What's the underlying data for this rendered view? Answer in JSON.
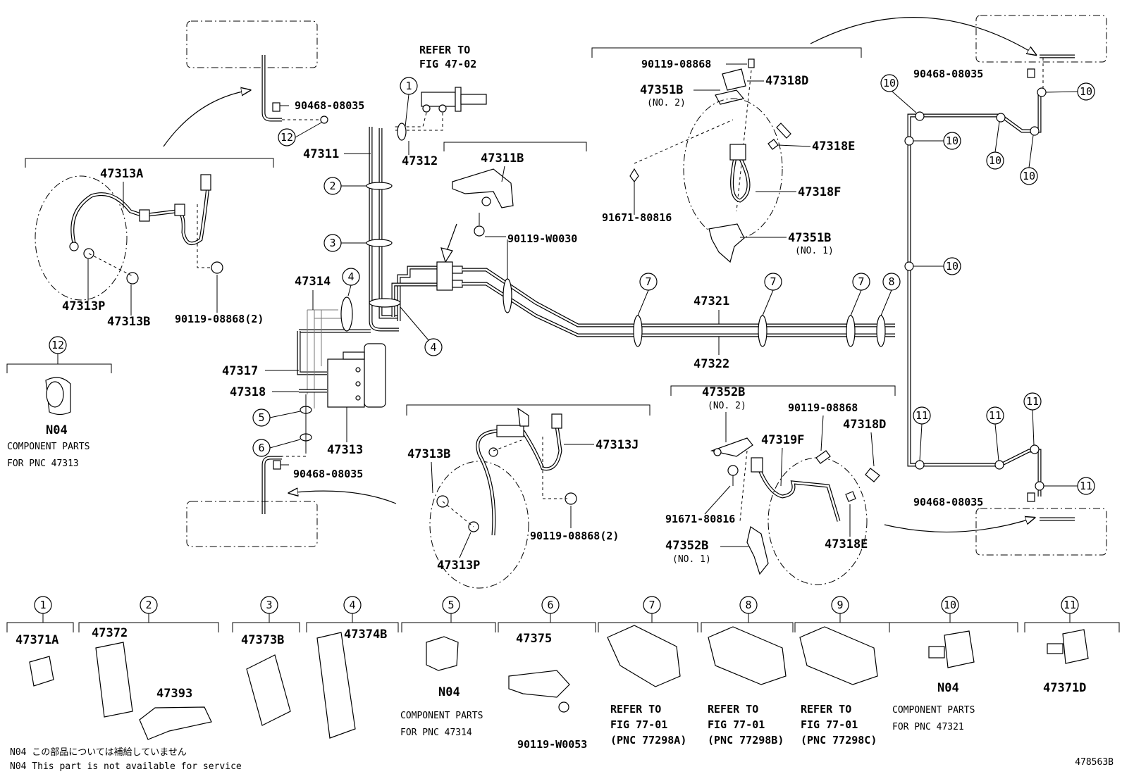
{
  "refer_fig_47_02": [
    "REFER TO",
    "FIG 47-02"
  ],
  "labels": {
    "p90468_08035_tl": "90468-08035",
    "p47311": "47311",
    "p47312": "47312",
    "p47313A": "47313A",
    "p47313P_l": "47313P",
    "p47313B_l": "47313B",
    "p90119_08868_2_l": "90119-08868(2)",
    "p47311B": "47311B",
    "p90119_W0030": "90119-W0030",
    "p47314": "47314",
    "p47317": "47317",
    "p47318": "47318",
    "p47313": "47313",
    "p90468_08035_bl": "90468-08035",
    "p90119_08868_top": "90119-08868",
    "p47351B_top": "47351B",
    "p47351B_top_sub": "(NO. 2)",
    "p47318D_top": "47318D",
    "p47318E_top": "47318E",
    "p47318F": "47318F",
    "p91671_80816_top": "91671-80816",
    "p47351B_bot": "47351B",
    "p47351B_bot_sub": "(NO. 1)",
    "p90468_08035_tr": "90468-08035",
    "p47321": "47321",
    "p47322": "47322",
    "p47313B_m": "47313B",
    "p47313J": "47313J",
    "p90119_08868_2_m": "90119-08868(2)",
    "p47313P_m": "47313P",
    "p47352B_top": "47352B",
    "p47352B_top_sub": "(NO. 2)",
    "p90119_08868_r": "90119-08868",
    "p47319F": "47319F",
    "p47318D_r": "47318D",
    "p91671_80816_r": "91671-80816",
    "p47352B_bot": "47352B",
    "p47352B_bot_sub": "(NO. 1)",
    "p47318E_r": "47318E",
    "p90468_08035_br": "90468-08035"
  },
  "left_box": {
    "callout": "12",
    "part": "N04",
    "desc": [
      "COMPONENT PARTS",
      "FOR PNC 47313"
    ]
  },
  "bottom": [
    {
      "callout": "1",
      "parts": [
        "47371A"
      ]
    },
    {
      "callout": "2",
      "parts": [
        "47372",
        "47393"
      ]
    },
    {
      "callout": "3",
      "parts": [
        "47373B"
      ]
    },
    {
      "callout": "4",
      "parts": [
        "47374B"
      ]
    },
    {
      "callout": "5",
      "parts": [
        "N04"
      ],
      "desc": [
        "COMPONENT PARTS",
        "FOR PNC 47314"
      ]
    },
    {
      "callout": "6",
      "parts": [
        "47375",
        "90119-W0053"
      ]
    },
    {
      "callout": "7",
      "refer": [
        "REFER TO",
        "FIG 77-01",
        "(PNC 77298A)"
      ]
    },
    {
      "callout": "8",
      "refer": [
        "REFER TO",
        "FIG 77-01",
        "(PNC 77298B)"
      ]
    },
    {
      "callout": "9",
      "refer": [
        "REFER TO",
        "FIG 77-01",
        "(PNC 77298C)"
      ]
    },
    {
      "callout": "10",
      "parts": [
        "N04"
      ],
      "desc": [
        "COMPONENT PARTS",
        "FOR PNC 47321"
      ]
    },
    {
      "callout": "11",
      "parts": [
        "47371D"
      ]
    }
  ],
  "callouts_main": [
    "1",
    "2",
    "3",
    "4",
    "4",
    "5",
    "6",
    "7",
    "7",
    "7",
    "8",
    "10",
    "10",
    "10",
    "10",
    "10",
    "10",
    "11",
    "11",
    "11",
    "11",
    "12"
  ],
  "footnote": [
    "N04 この部品については補給していません",
    "N04 This part is not available for service"
  ],
  "diagram_id": "478563B"
}
